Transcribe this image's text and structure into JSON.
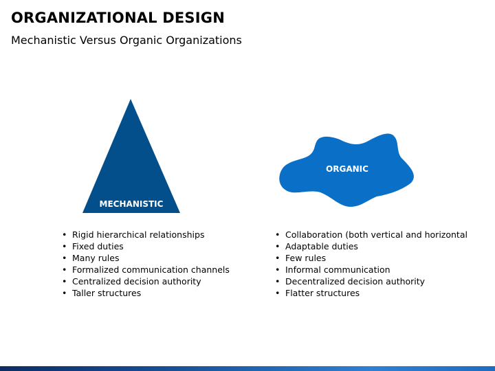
{
  "slide": {
    "title": "ORGANIZATIONAL DESIGN",
    "subtitle": "Mechanistic Versus Organic Organizations"
  },
  "mechanistic": {
    "label": "MECHANISTIC",
    "color": "#024f8c",
    "items": [
      "Rigid hierarchical relationships",
      "Fixed duties",
      "Many rules",
      "Formalized communication channels",
      "Centralized decision authority",
      "Taller structures"
    ]
  },
  "organic": {
    "label": "ORGANIC",
    "color": "#0a70c7",
    "items": [
      "Collaboration (both vertical and horizontal",
      "Adaptable duties",
      "Few rules",
      "Informal communication",
      "Decentralized decision authority",
      "Flatter structures"
    ]
  }
}
